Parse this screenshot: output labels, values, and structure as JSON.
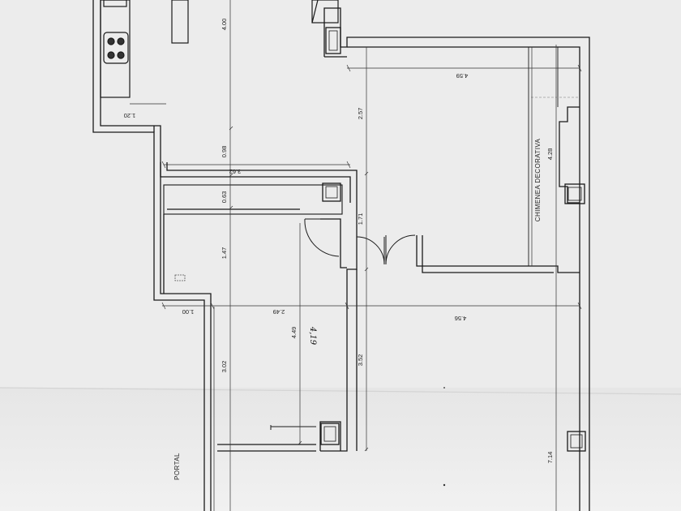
{
  "colors": {
    "paper": "#ececec",
    "wall": "#1a1a1a",
    "dim_line": "#333333",
    "hatch": "#bdbdbd"
  },
  "labels": {
    "chimenea": "CHIMENEA DECORATIVA",
    "portal": "PORTAL",
    "handwritten": "4,19"
  },
  "dimensions": {
    "d400": "4.00",
    "d120": "1.20",
    "d459": "4.59",
    "d257": "2.57",
    "d428": "4.28",
    "d098": "0.98",
    "d362": "3.62",
    "d063": "0.63",
    "d171": "1.71",
    "d147": "1.47",
    "d100": "1.00",
    "d249": "2.49",
    "d456": "4.56",
    "d449": "4.49",
    "d302": "3.02",
    "d352": "3.52",
    "d714": "7.14"
  }
}
